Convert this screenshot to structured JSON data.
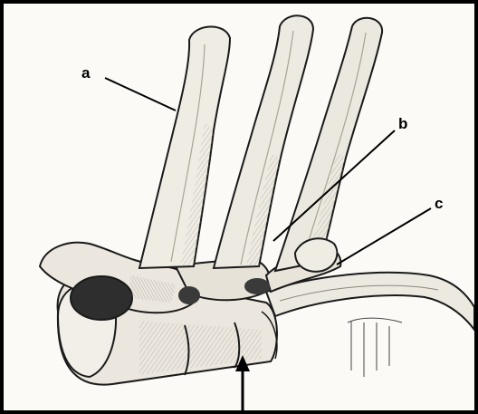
{
  "labels": {
    "a": "a",
    "b": "b",
    "c": "c"
  },
  "colors": {
    "ink": "#1a1a1a",
    "bone_fill": "#efece4",
    "bone_shade": "#cfcabd",
    "shadow": "#3a3a3a",
    "frame": "#000000"
  }
}
